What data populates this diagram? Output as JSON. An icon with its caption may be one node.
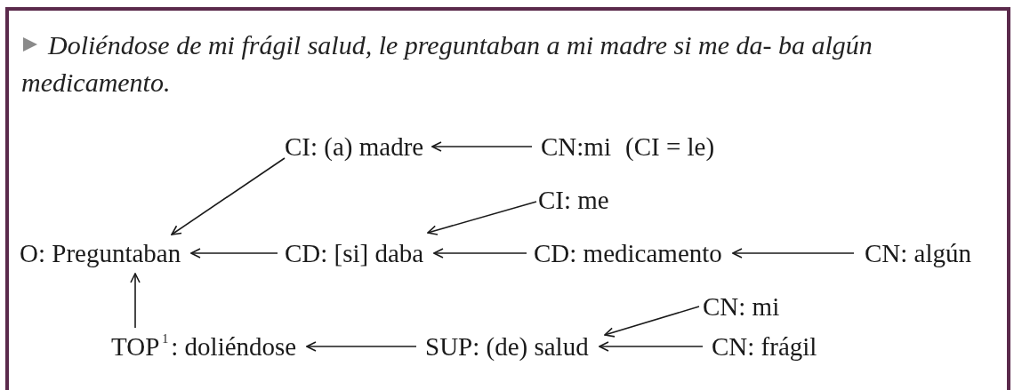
{
  "diagram": {
    "title": "Doliéndose de mi frágil salud, le preguntaban a mi madre si me da- ba algún medicamento.",
    "nodes": [
      {
        "text": [
          "CI: (a) madre"
        ]
      },
      {
        "text": [
          "CN:mi"
        ],
        "beside": [
          "(CI = le)"
        ]
      },
      {
        "text": [
          "CI: me"
        ]
      },
      {
        "text": [
          "O: Preguntaban"
        ]
      },
      {
        "text": [
          "CD: [si] daba"
        ]
      },
      {
        "text": [
          "CD: medicamento"
        ]
      },
      {
        "text": [
          "CN: algún"
        ]
      },
      {
        "text": [
          "CN: mi"
        ]
      },
      {
        "text": [
          "TOP$^{1}$: doliéndose"
        ]
      },
      {
        "text": [
          "SUP: (de) salud"
        ]
      },
      {
        "text": [
          "CN: frágil"
        ]
      }
    ],
    "edges": [
      {
        "from": 1,
        "to": 0,
        "arrow": "to"
      },
      {
        "from": 0,
        "to": 3,
        "arrow": "to"
      },
      {
        "from": 2,
        "to": 4,
        "arrow": "to"
      },
      {
        "from": 4,
        "to": 3,
        "arrow": "to"
      },
      {
        "from": 5,
        "to": 4,
        "arrow": "to"
      },
      {
        "from": 6,
        "to": 5,
        "arrow": "to"
      },
      {
        "from": 8,
        "to": 3,
        "arrow": "to"
      },
      {
        "from": 9,
        "to": 8,
        "arrow": "to"
      },
      {
        "from": 10,
        "to": 9,
        "arrow": "to"
      },
      {
        "from": 7,
        "to": 9,
        "arrow": "to"
      }
    ]
  }
}
